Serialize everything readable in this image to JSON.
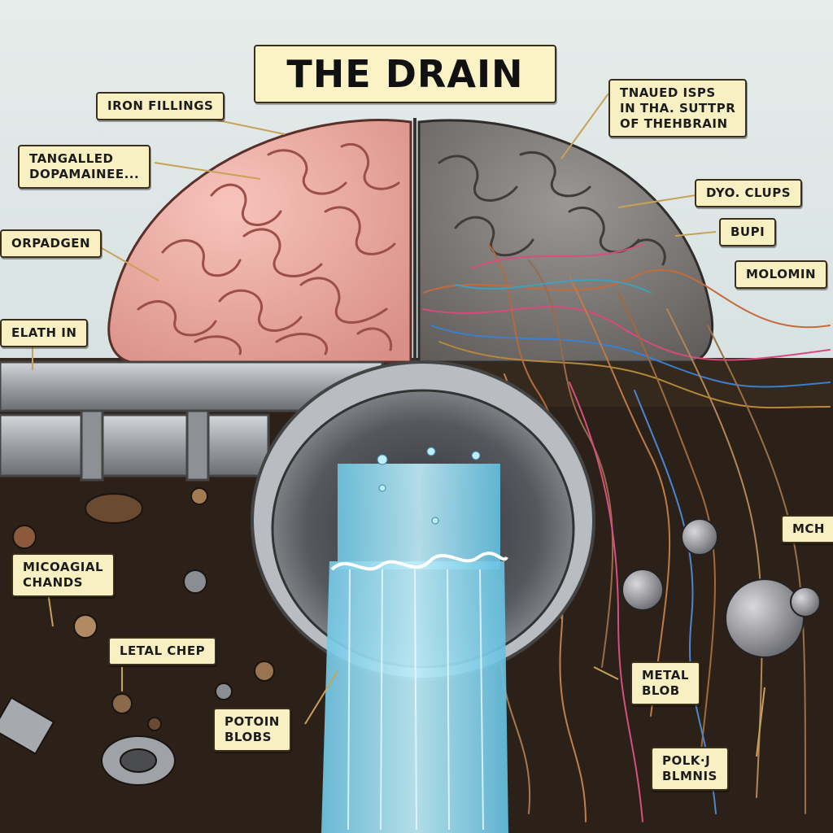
{
  "title": "THE DRAIN",
  "labels": {
    "iron_fillings": "IRON FILLINGS",
    "tangalled": "TANGALLED\nDOPAMAINEE...",
    "orpadgen": "ORPADGEN",
    "elath_in": "ELATH IN",
    "tnaued": "TNAUED ISPS\nIN THA. SUTTPR\nOF THEHBRAIN",
    "dyo_clups": "DYO. CLUPS",
    "bupi": "BUPI",
    "molomin": "MOLOMIN",
    "mch": "MCH",
    "micogial": "MICOAGIAL\nCHANDS",
    "letal_chep": "LETAL CHEP",
    "potoin": "POTOIN\nBLOBS",
    "metal_blob": "METAL\nBLOB",
    "polkj": "POLK·J\nBLMNIS"
  },
  "colors": {
    "sky": "#dfe8e6",
    "brain_healthy": "#f2b0a8",
    "brain_clogged": "#7d7a78",
    "pipe": "#a7a9ad",
    "water": "#8fd8ef",
    "soil": "#2b2118",
    "label_bg": "#f8f0c2"
  }
}
